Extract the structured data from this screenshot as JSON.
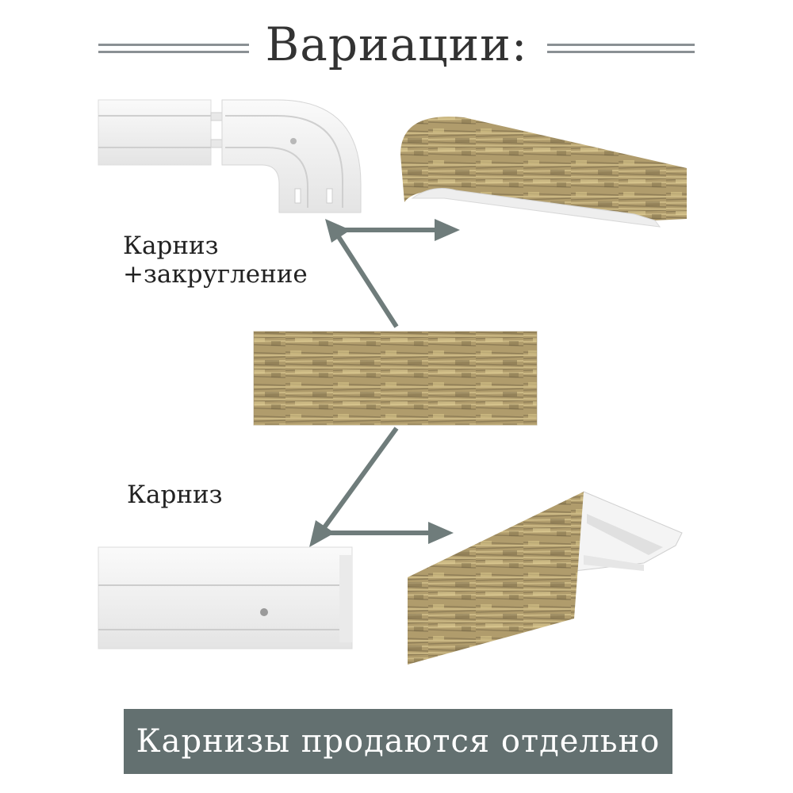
{
  "title": "Вариации:",
  "labels": {
    "rounded": "Карниз\n+закругление",
    "plain": "Карниз"
  },
  "banner": "Карнизы продаются отдельно",
  "colors": {
    "arrow": "#6f7c7b",
    "banner_bg": "#637070",
    "wood_base": "#a8956a",
    "wood_light": "#d8c48a",
    "wood_dark": "#6a5a3c",
    "rail_white": "#f2f2f2"
  },
  "icons": [
    "arrow-icon"
  ]
}
